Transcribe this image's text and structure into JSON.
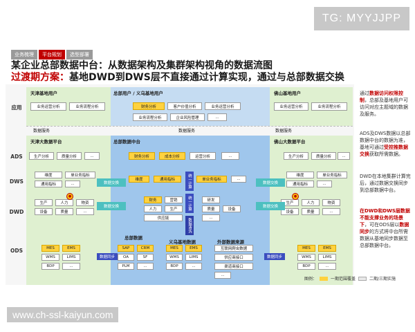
{
  "watermark_top": "TG: MYYJJPP",
  "watermark_bottom": "www.ch-ssl-kaiyun.com",
  "tabs": [
    "业务梳理",
    "平台规划",
    "选型部署"
  ],
  "title_line1": "某企业总部数据中台：从数据架构及集群架构视角的数据流图",
  "title_line2_highlight": "过渡期方案：",
  "title_line2_rest": "基地DWD到DWS层不直接通过计算实现，通过与总部数据交换",
  "layers": [
    "应用",
    "ADS",
    "DWS",
    "DWD",
    "ODS"
  ],
  "app_row": {
    "tianjin_title": "天津基地用户",
    "hq_title": "总部用户 / 义乌基地用户",
    "foshan_title": "佛山基地用户",
    "tianjin_boxes": [
      "业务运营分析",
      "业务流程分析"
    ],
    "hq_boxes": [
      "财务分析",
      "客户价值分析",
      "业务运营分析",
      "业务流程分析",
      "企业风险管理",
      "..."
    ],
    "foshan_boxes": [
      "业务运营分析",
      "业务流程分析"
    ],
    "data_service": [
      "数据服务",
      "数据服务",
      "数据服务"
    ]
  },
  "platform": {
    "tianjin_title": "天津大数据平台",
    "hq_title": "总部数据中台",
    "foshan_title": "佛山大数据平台"
  },
  "ads": {
    "tianjin": [
      "生产分析",
      "质量分析",
      "..."
    ],
    "hq": [
      "财务分析",
      "成本分析",
      "运营分析",
      "..."
    ],
    "foshan": [
      "生产分析",
      "质量分析",
      "..."
    ]
  },
  "dws": {
    "tianjin": [
      "维度",
      "单业务指标",
      "通用指标",
      "..."
    ],
    "hq": [
      "维度",
      "通用指标",
      "单业务指标",
      "..."
    ],
    "foshan": [
      "维度",
      "单业务指标",
      "通用指标",
      "..."
    ],
    "exchange_left": "数据交换",
    "exchange_right": "数据交换",
    "vertical_compute": "统一计算"
  },
  "dwd": {
    "tianjin": [
      "生产",
      "人力",
      "物资",
      "设备",
      "质量",
      "..."
    ],
    "hq": [
      "财务",
      "营销",
      "研发",
      "人力",
      "生产",
      "质量",
      "设备",
      "供应链",
      "..."
    ],
    "foshan": [
      "生产",
      "人力",
      "物资",
      "设备",
      "质量",
      "..."
    ],
    "exchange_left": "数据交换",
    "exchange_right": "数据交换",
    "vertical_compute": "统一计算",
    "vertical_clean": "数据清洗"
  },
  "ods": {
    "tianjin": [
      "MES",
      "EMS",
      "WMS",
      "LIMS",
      "BDP",
      "..."
    ],
    "hq_title": "总部数据",
    "yiwu_title": "义乌基地数据",
    "ext_title": "外部数据来源",
    "hq": [
      "SAP",
      "CRM",
      "OA",
      "SF",
      "PLM",
      "..."
    ],
    "yiwu": [
      "MES",
      "EMS",
      "WMS",
      "LIMS",
      "BDP",
      "..."
    ],
    "ext": [
      "互联网爬虫数据",
      "供应商接口",
      "渠道商接口",
      "..."
    ],
    "foshan": [
      "MES",
      "EMS",
      "WMS",
      "LIMS",
      "BDP",
      "..."
    ],
    "sync_left": "数据同步",
    "sync_right": "数据同步"
  },
  "side_notes": [
    {
      "parts": [
        {
          "t": "通过",
          "r": false
        },
        {
          "t": "数据访问权限控制",
          "r": true
        },
        {
          "t": "，总部及基地用户可访问对应主题域的数据及服务。",
          "r": false
        }
      ]
    },
    {
      "parts": [
        {
          "t": "ADS及DWS数据以总部数据中台的数据为准，基地可通过",
          "r": false
        },
        {
          "t": "受控推数据交换",
          "r": true
        },
        {
          "t": "获取所需数据。",
          "r": false
        }
      ]
    },
    {
      "parts": [
        {
          "t": "DWD在本地集群计算完后，通过数据交换同步到总部数据中台。",
          "r": false
        }
      ]
    },
    {
      "parts": [
        {
          "t": "在DWD和DWS层数据不能支撑业务的场景下",
          "r": true
        },
        {
          "t": "，可在ODS层以",
          "r": false
        },
        {
          "t": "数据同步",
          "r": true
        },
        {
          "t": "的方式将中台所需数据从基地同步数据至总部数据中台。",
          "r": false
        }
      ]
    }
  ],
  "legend": {
    "label": "图例：",
    "items": [
      "一期范围覆盖",
      "二期/三期实施"
    ],
    "colors": [
      "#ffd23f",
      "#e8e8e8"
    ]
  }
}
